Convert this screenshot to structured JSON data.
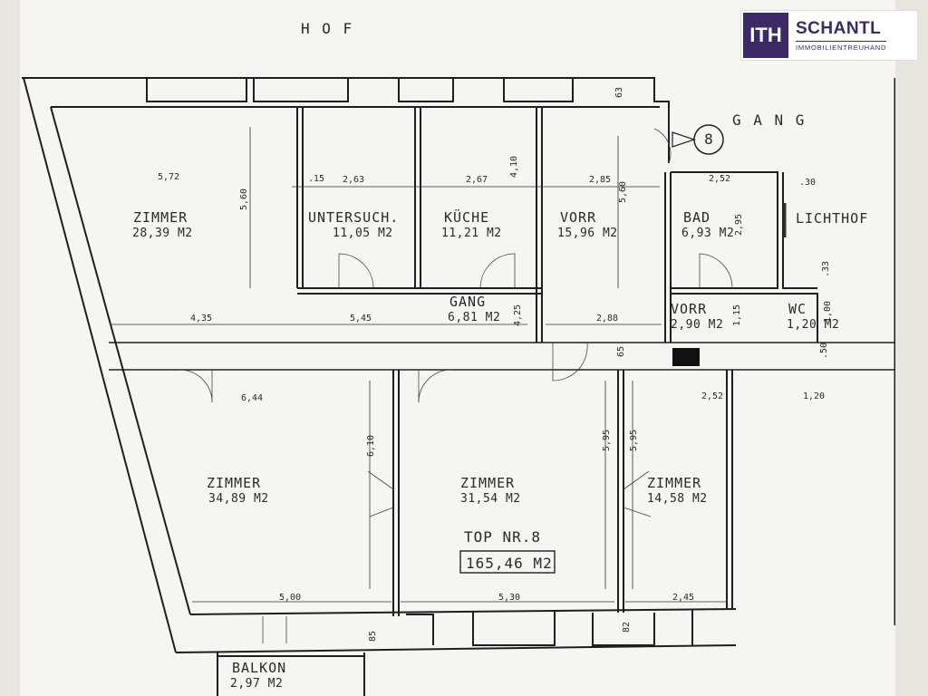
{
  "header": {
    "courtyard_label": "H O F",
    "corridor_label": "G A N G",
    "lightwell_label": "LICHTHOF",
    "unit_label": "TOP NR.8",
    "unit_area": "165,46 M2",
    "entry_symbol": "8"
  },
  "rooms": [
    {
      "name": "ZIMMER",
      "area": "28,39 M2"
    },
    {
      "name": "UNTERSUCH.",
      "area": "11,05 M2"
    },
    {
      "name": "KÜCHE",
      "area": "11,21 M2"
    },
    {
      "name": "VORR",
      "area": "15,96 M2"
    },
    {
      "name": "BAD",
      "area": "6,93 M2"
    },
    {
      "name": "GANG",
      "area": "6,81 M2"
    },
    {
      "name": "VORR",
      "area": "2,90 M2"
    },
    {
      "name": "WC",
      "area": "1,20 M2"
    },
    {
      "name": "ZIMMER",
      "area": "34,89 M2"
    },
    {
      "name": "ZIMMER",
      "area": "31,54 M2"
    },
    {
      "name": "ZIMMER",
      "area": "14,58 M2"
    },
    {
      "name": "BALKON",
      "area": "2,97 M2"
    }
  ],
  "dimensions": [
    "5,72",
    "5,60",
    "2,63",
    "2,67",
    "4,10",
    "2,85",
    "5,60",
    "2,52",
    "2,95",
    "4,35",
    "5,45",
    "4,25",
    "2,88",
    "1,15",
    "6,44",
    "6,10",
    "5,95",
    "5,95",
    "2,52",
    "5,00",
    "5,30",
    "2,45",
    "1,20",
    "1,00",
    "63",
    "65",
    "85",
    "82",
    ".15",
    ".30",
    ".33",
    ".50"
  ],
  "logo": {
    "mark": "ITH",
    "name": "SCHANTL",
    "subtitle": "IMMOBILIENTREUHAND",
    "brand_color": "#3b2a66"
  }
}
